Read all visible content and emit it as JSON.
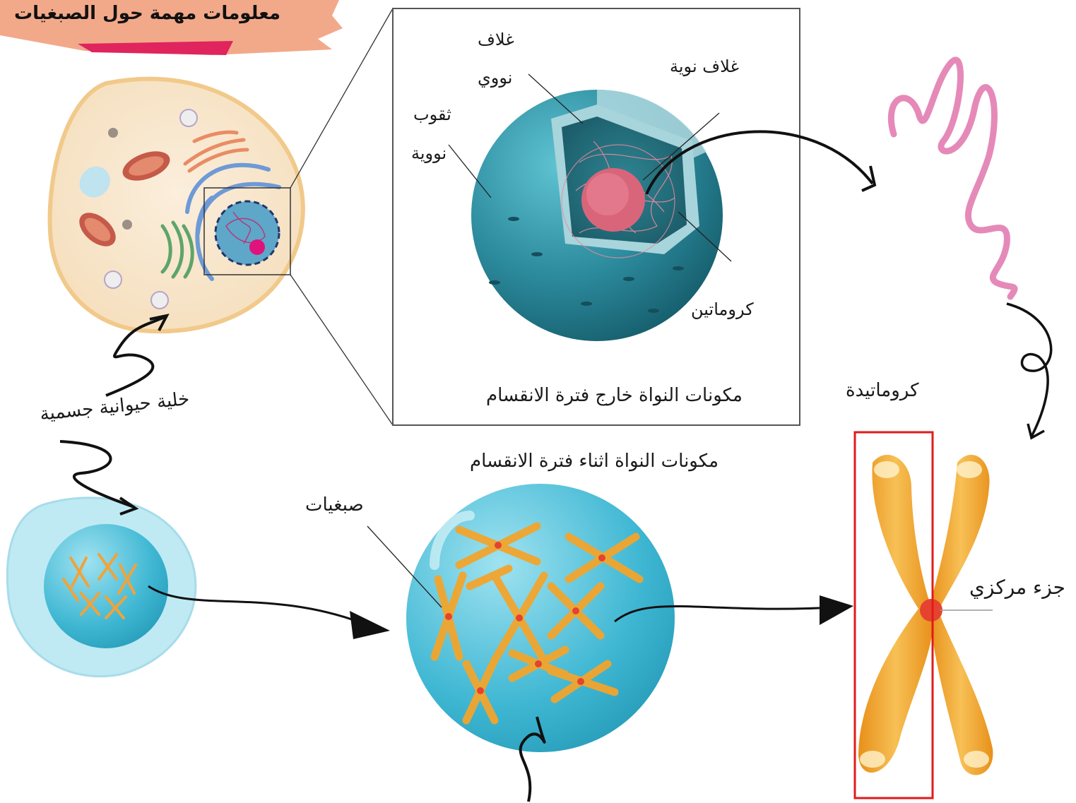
{
  "title": "معلومات مهمة حول الصبغيات",
  "labels": {
    "nuclear_envelope_1": "غلاف",
    "nuclear_envelope_2": "نووي",
    "nucleolus_envelope": "غلاف نوية",
    "nuclear_pores_1": "ثقوب",
    "nuclear_pores_2": "نووية",
    "chromatin": "كروماتين",
    "nucleus_interphase": "مكونات النواة خارج فترة الانقسام",
    "chromatid": "كروماتيدة",
    "somatic_cell": "خلية حيوانية جسمية",
    "nucleus_division": "مكونات النواة اثناء فترة الانقسام",
    "chromosomes": "صبغيات",
    "centromere": "جزء مركزي"
  },
  "colors": {
    "banner": "#f2a98a",
    "banner_accent": "#e0245e",
    "nucleus_teal": "#2b8a9c",
    "chromatin_pink": "#e77a9a",
    "chromosome_orange": "#f2a52d",
    "highlight_box": "#e01b1b"
  }
}
